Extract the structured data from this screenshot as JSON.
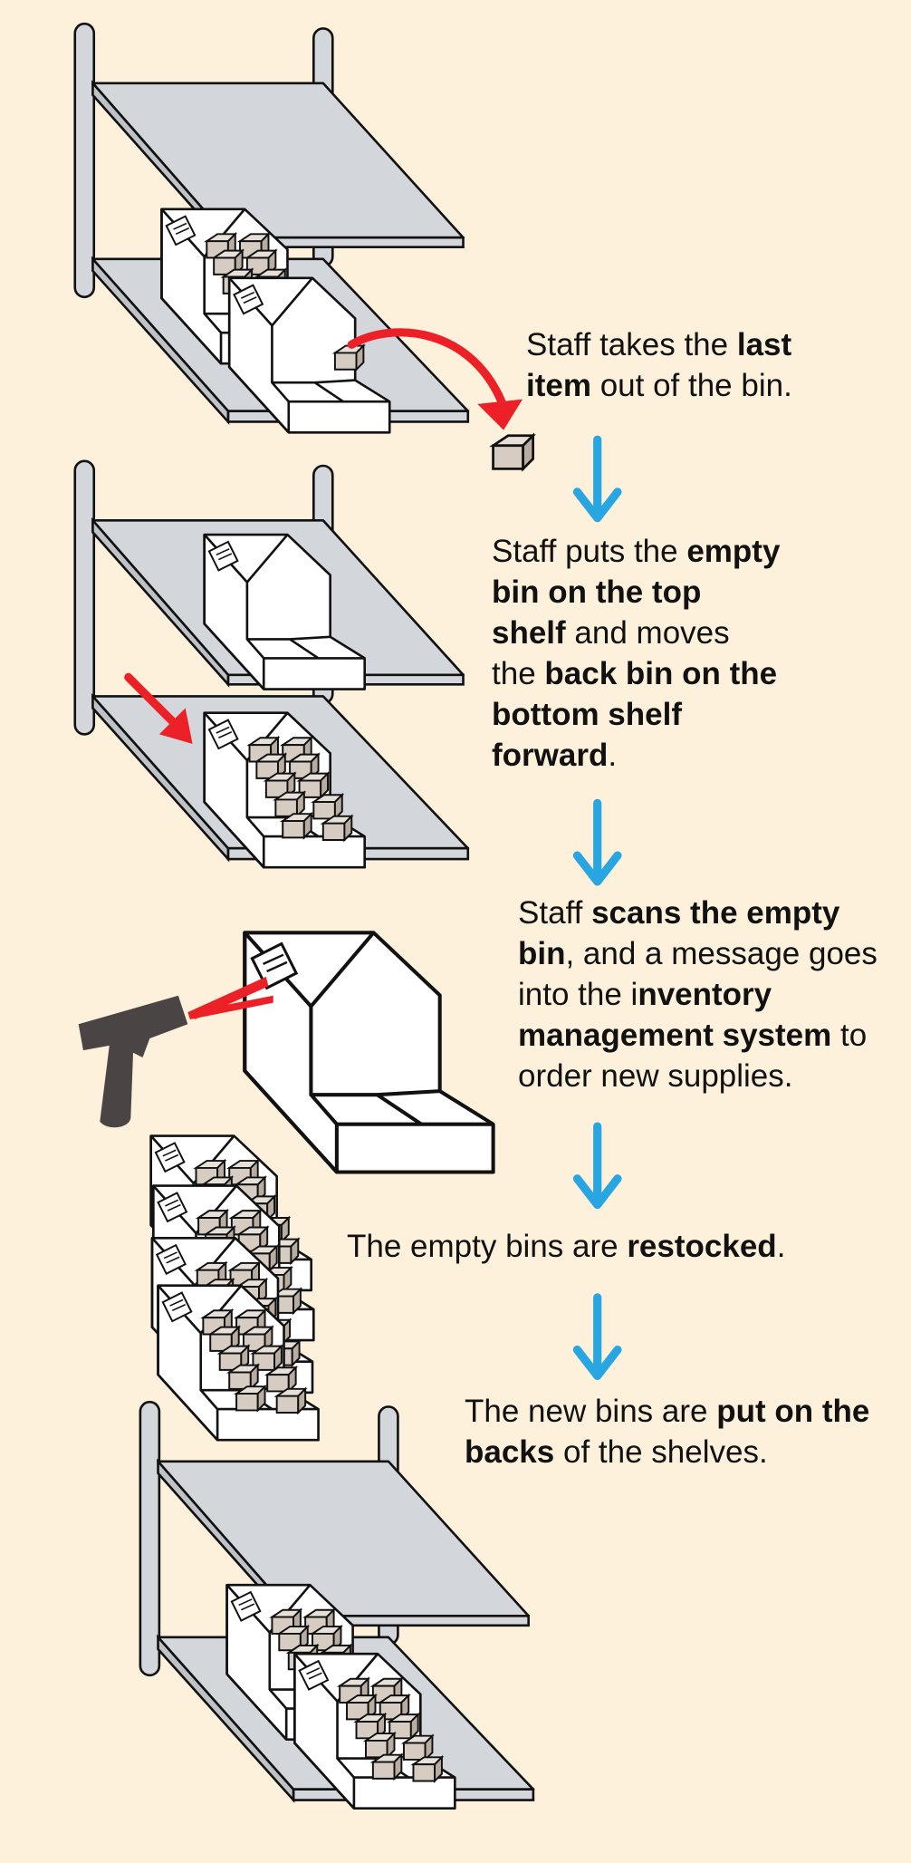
{
  "colors": {
    "background": "#fdf1dc",
    "shelf": "#d3d6da",
    "bin": "#ffffff",
    "box": "#d6ccc2",
    "red_arrow": "#ec2027",
    "blue_arrow": "#27a6e1",
    "scanner": "#4a4444",
    "outline": "#111111"
  },
  "icons": [
    "shelf-unit",
    "bin",
    "supply-box",
    "red-arrow",
    "blue-down-arrow",
    "barcode-scanner"
  ],
  "steps": [
    {
      "segments": [
        {
          "text": "Staff takes the ",
          "bold": false
        },
        {
          "text": "last item",
          "bold": true
        },
        {
          "text": " out of the bin.",
          "bold": false
        }
      ]
    },
    {
      "segments": [
        {
          "text": "Staff puts the ",
          "bold": false
        },
        {
          "text": "empty bin on the top shelf",
          "bold": true
        },
        {
          "text": " and moves the ",
          "bold": false
        },
        {
          "text": "back bin on the bottom shelf forward",
          "bold": true
        },
        {
          "text": ".",
          "bold": false
        }
      ]
    },
    {
      "segments": [
        {
          "text": "Staff ",
          "bold": false
        },
        {
          "text": "scans the empty bin",
          "bold": true
        },
        {
          "text": ", and a message goes into the i",
          "bold": false
        },
        {
          "text": "nventory management system",
          "bold": true
        },
        {
          "text": " to order new supplies.",
          "bold": false
        }
      ]
    },
    {
      "segments": [
        {
          "text": "The empty bins are ",
          "bold": false
        },
        {
          "text": "restocked",
          "bold": true
        },
        {
          "text": ".",
          "bold": false
        }
      ]
    },
    {
      "segments": [
        {
          "text": "The new bins are ",
          "bold": false
        },
        {
          "text": "put on the backs",
          "bold": true
        },
        {
          "text": " of the shelves.",
          "bold": false
        }
      ]
    }
  ]
}
